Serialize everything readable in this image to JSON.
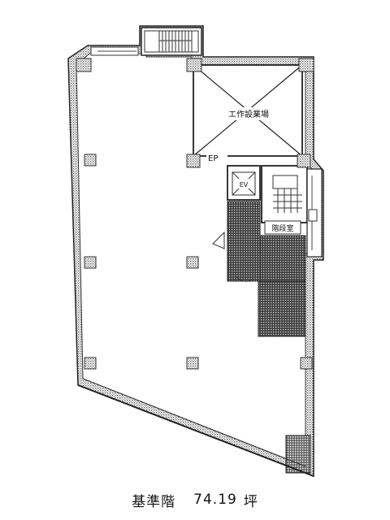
{
  "plan": {
    "room_void": "エ作設業場",
    "label_ep": "EP",
    "label_ev": "EV",
    "label_stair_room": "階段室"
  },
  "caption": {
    "floor": "基準階",
    "area": "74.19",
    "unit": "坪"
  },
  "colors": {
    "wall": "#1a1a1a",
    "hatch_dark": "#3a3a3a",
    "hatch_mid": "#5a5a5a",
    "background": "#ffffff"
  }
}
